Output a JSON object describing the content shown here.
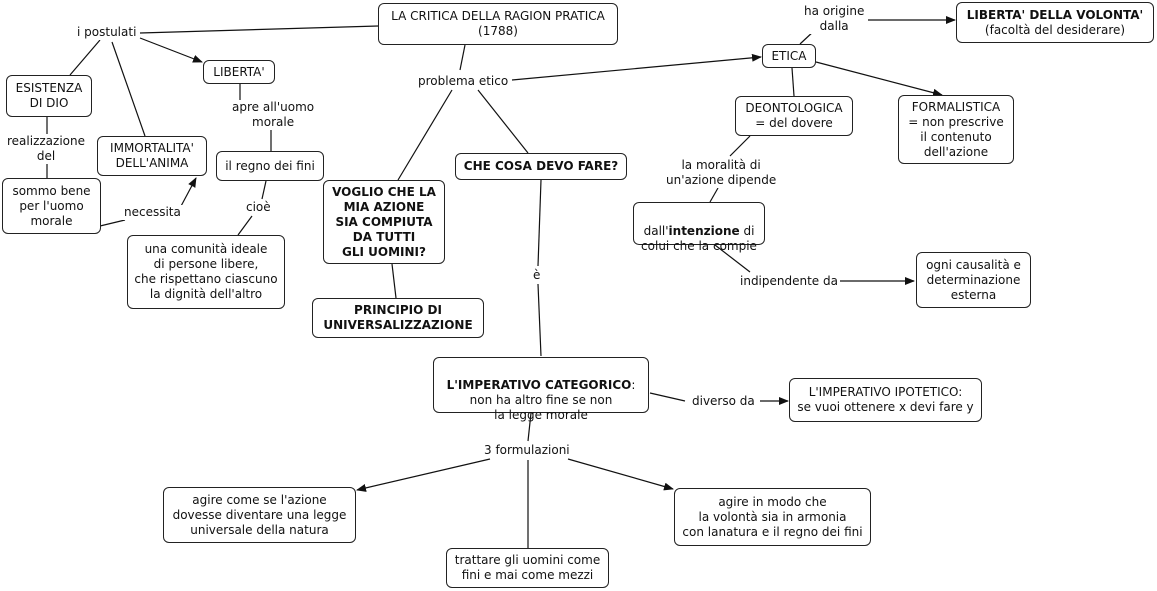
{
  "nodes": {
    "title": "LA CRITICA DELLA RAGION PRATICA\n(1788)",
    "esistenza_dio": "ESISTENZA\nDI DIO",
    "liberta": "LIBERTA'",
    "immortalita": "IMMORTALITA'\nDELL'ANIMA",
    "sommo_bene": "sommo bene\nper l'uomo\nmorale",
    "regno_fini": "il regno dei fini",
    "comunita": "una comunità ideale\ndi persone libere,\nche rispettano ciascuno\nla dignità dell'altro",
    "voglio": "VOGLIO CHE LA\nMIA AZIONE\nSIA COMPIUTA\nDA TUTTI\nGLI UOMINI?",
    "principio": "PRINCIPIO DI\nUNIVERSALIZZAZIONE",
    "che_cosa": "CHE COSA DEVO FARE?",
    "etica": "ETICA",
    "liberta_volonta_bold": "LIBERTA' DELLA VOLONTA'",
    "liberta_volonta_sub": "(facoltà del desiderare)",
    "deontologica": "DEONTOLOGICA\n= del dovere",
    "formalistica": "FORMALISTICA\n= non prescrive\nil contenuto\ndell'azione",
    "intenzione_pre": "dall'",
    "intenzione_bold": "intenzione",
    "intenzione_post": " di\ncolui che la compie",
    "causalita": "ogni causalità e\ndeterminazione\nesterna",
    "imperativo_bold": "L'IMPERATIVO CATEGORICO",
    "imperativo_rest": ":\nnon ha altro fine se non\nla legge morale",
    "ipotetico": "L'IMPERATIVO IPOTETICO:\nse vuoi ottenere x devi fare y",
    "form1": "agire come se l'azione\ndovesse diventare una legge\nuniversale della natura",
    "form2": "trattare gli uomini come\nfini e mai come mezzi",
    "form3": "agire in modo che\nla volontà sia in armonia\ncon lanatura e il regno dei fini"
  },
  "links": {
    "postulati": "i postulati",
    "realizzazione": "realizzazione\ndel",
    "necessita": "necessita",
    "apre": "apre all'uomo\nmorale",
    "cioe": "cioè",
    "problema": "problema etico",
    "ha_origine": "ha origine\ndalla",
    "moralita": "la moralità di\nun'azione dipende",
    "indipendente": "indipendente da",
    "e": "è",
    "diverso": "diverso da",
    "formulazioni": "3 formulazioni"
  }
}
